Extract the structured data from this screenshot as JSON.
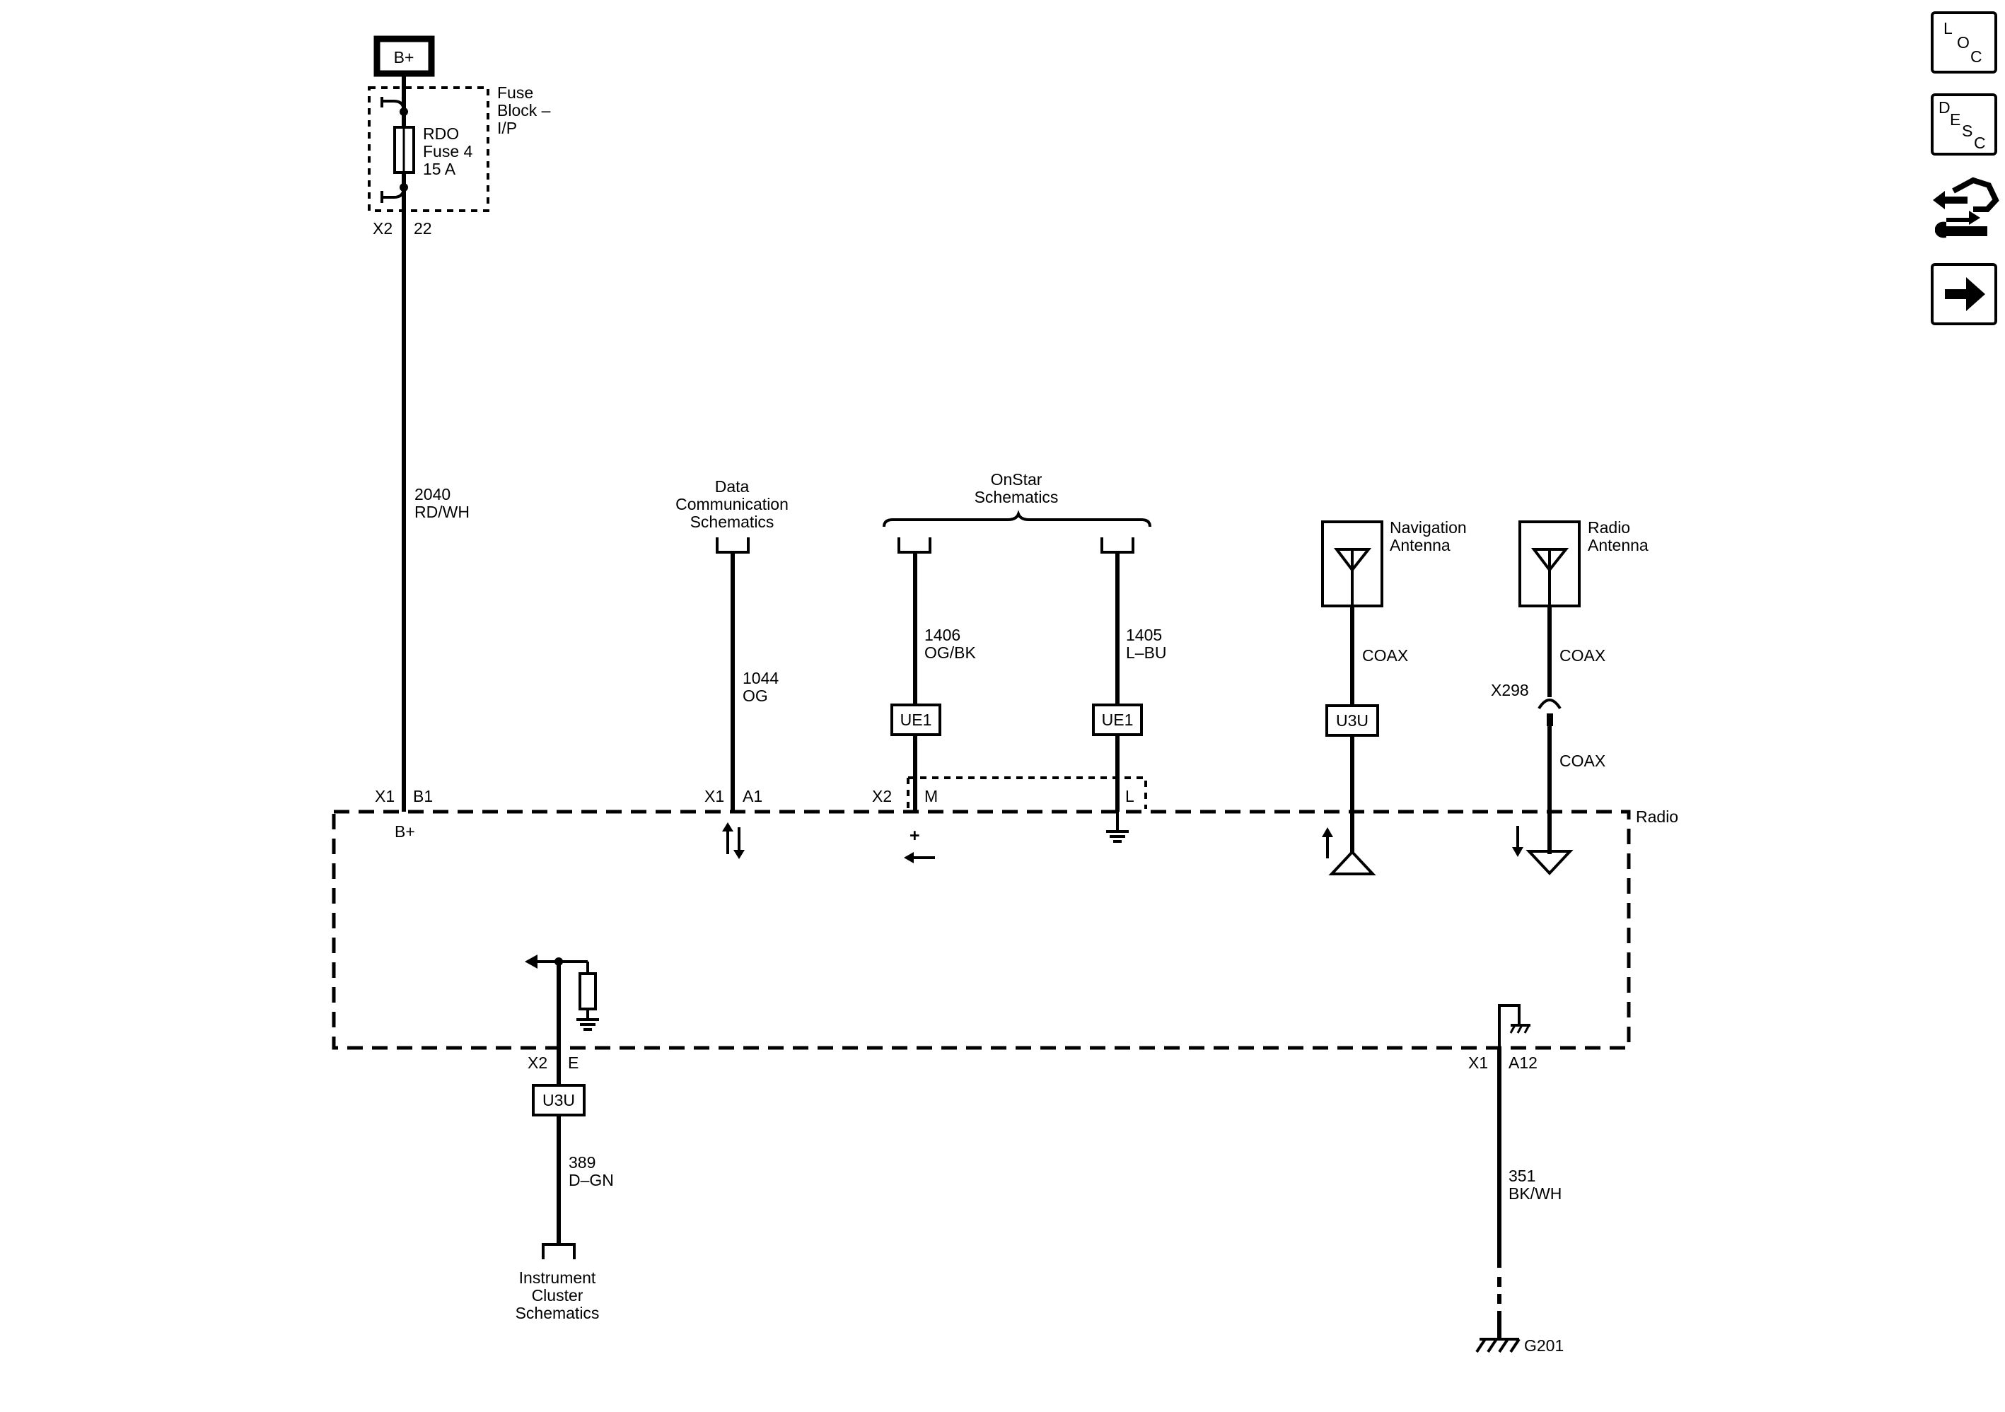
{
  "battery": {
    "label": "B+"
  },
  "fuse_block": {
    "title_line1": "Fuse",
    "title_line2": "Block –",
    "title_line3": "I/P",
    "fuse_line1": "RDO",
    "fuse_line2": "Fuse 4",
    "fuse_line3": "15 A",
    "connector": "X2",
    "pin": "22"
  },
  "wires": {
    "w2040": {
      "circuit": "2040",
      "color": "RD/WH"
    },
    "w1044": {
      "circuit": "1044",
      "color": "OG"
    },
    "w1406": {
      "circuit": "1406",
      "color": "OG/BK"
    },
    "w1405": {
      "circuit": "1405",
      "color": "L–BU"
    },
    "w389": {
      "circuit": "389",
      "color": "D–GN"
    },
    "w351": {
      "circuit": "351",
      "color": "BK/WH"
    },
    "coax_nav": "COAX",
    "coax_radio_upper": "COAX",
    "coax_radio_lower": "COAX"
  },
  "references": {
    "data_comm": [
      "Data",
      "Communication",
      "Schematics"
    ],
    "onstar": [
      "OnStar",
      "Schematics"
    ],
    "instrument_cluster": [
      "Instrument",
      "Cluster",
      "Schematics"
    ],
    "nav_antenna": [
      "Navigation",
      "Antenna"
    ],
    "radio_antenna": [
      "Radio",
      "Antenna"
    ]
  },
  "options": {
    "ue1_left": "UE1",
    "ue1_right": "UE1",
    "u3u_nav": "U3U",
    "u3u_cluster": "U3U"
  },
  "radio": {
    "label": "Radio",
    "b1_connector": "X1",
    "b1_pin": "B1",
    "b1_signal": "B+",
    "a1_connector": "X1",
    "a1_pin": "A1",
    "x2_connector": "X2",
    "m_pin": "M",
    "l_pin": "L",
    "m_signal": "+",
    "e_connector": "X2",
    "e_pin": "E",
    "a12_connector": "X1",
    "a12_pin": "A12",
    "coax_connector": "X298"
  },
  "ground": {
    "label": "G201"
  },
  "nav_buttons": {
    "loc": [
      "L",
      "O",
      "C"
    ],
    "desc": [
      "D",
      "E",
      "S",
      "C"
    ]
  }
}
